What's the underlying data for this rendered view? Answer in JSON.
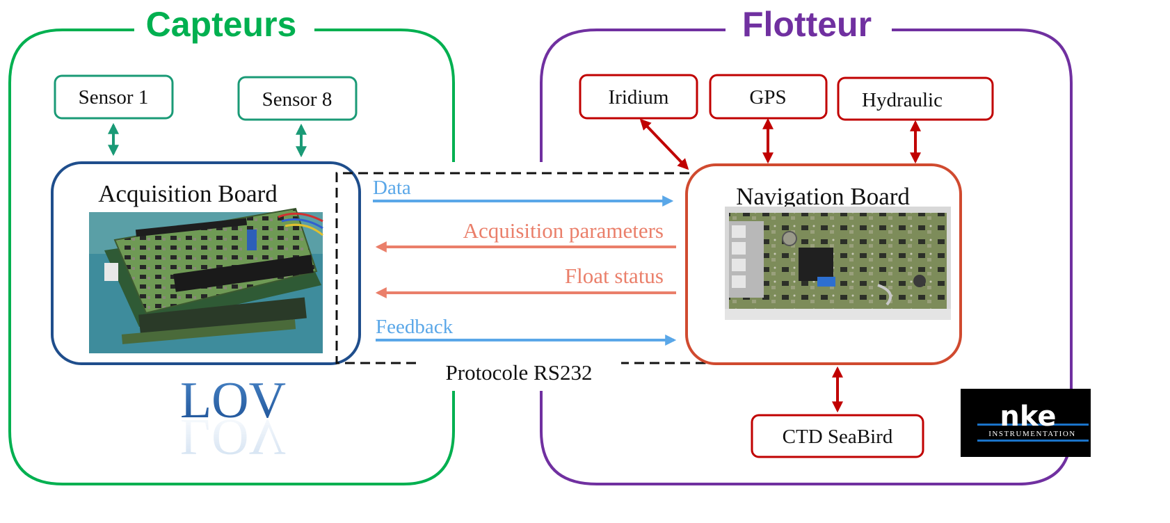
{
  "groups": {
    "capteurs": {
      "title": "Capteurs",
      "color": "#00b050"
    },
    "flotteur": {
      "title": "Flotteur",
      "color": "#7030a0"
    }
  },
  "boxes": {
    "sensor1": "Sensor 1",
    "sensor8": "Sensor 8",
    "acquisition_board": "Acquisition Board",
    "navigation_board": "Navigation Board",
    "iridium": "Iridium",
    "gps": "GPS",
    "hydraulic": "Hydraulic",
    "ctd": "CTD SeaBird"
  },
  "arrows": {
    "data": "Data",
    "acquisition_parameters": "Acquisition parameters",
    "float_status": "Float status",
    "feedback": "Feedback"
  },
  "protocol_label": "Protocole RS232",
  "logos": {
    "lov": "LOV",
    "nke_main": "nke",
    "nke_sub": "INSTRUMENTATION"
  },
  "colors": {
    "sensor_border": "#1a9a76",
    "acq_board_border": "#1f4e8c",
    "nav_border": "#c0392b",
    "peripheral_border": "#c00000",
    "blue_arrow": "#5aa7e8",
    "salmon_arrow": "#ea7f6a",
    "red_arrow": "#c00000",
    "teal_arrow": "#1a9a76"
  }
}
